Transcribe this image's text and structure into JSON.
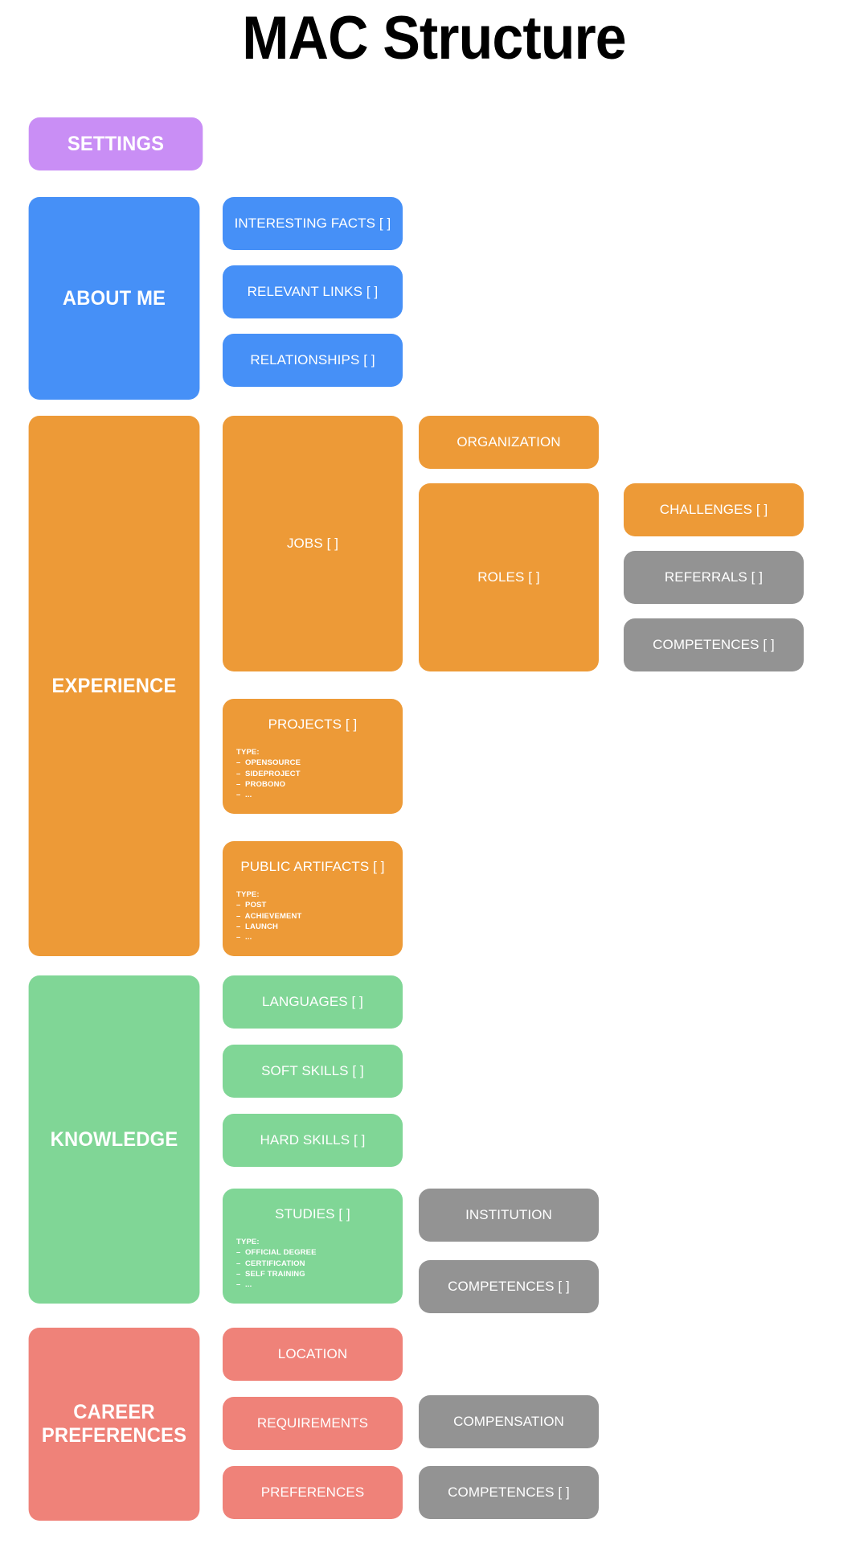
{
  "page": {
    "title": "MAC Structure",
    "background": "#ffffff"
  },
  "colors": {
    "purple": "#c98ef5",
    "blue": "#4690f7",
    "orange": "#ed9a37",
    "green": "#80d696",
    "red": "#ef8279",
    "gray": "#939393",
    "title_text": "#000000",
    "box_text": "#ffffff"
  },
  "sections": [
    {
      "id": "settings",
      "group_label": "SETTINGS",
      "color": "purple",
      "children": []
    },
    {
      "id": "about-me",
      "group_label": "ABOUT ME",
      "color": "blue",
      "children": [
        {
          "label": "INTERESTING FACTS [ ]",
          "color": "blue"
        },
        {
          "label": "RELEVANT LINKS [ ]",
          "color": "blue"
        },
        {
          "label": "RELATIONSHIPS [ ]",
          "color": "blue"
        }
      ]
    },
    {
      "id": "experience",
      "group_label": "EXPERIENCE",
      "color": "orange",
      "children": [
        {
          "label": "JOBS [ ]",
          "color": "orange"
        },
        {
          "label": "ORGANIZATION",
          "color": "orange"
        },
        {
          "label": "ROLES [ ]",
          "color": "orange"
        },
        {
          "label": "CHALLENGES [ ]",
          "color": "orange"
        },
        {
          "label": "REFERRALS [ ]",
          "color": "gray"
        },
        {
          "label": "COMPETENCES [ ]",
          "color": "gray"
        },
        {
          "label": "PROJECTS [ ]",
          "color": "orange",
          "type_label": "TYPE:",
          "type_items": [
            "–  OPENSOURCE",
            "–  SIDEPROJECT",
            "–  PROBONO",
            "–  ..."
          ]
        },
        {
          "label": "PUBLIC ARTIFACTS [ ]",
          "color": "orange",
          "type_label": "TYPE:",
          "type_items": [
            "–  POST",
            "–  ACHIEVEMENT",
            "–  LAUNCH",
            "–  ..."
          ]
        }
      ]
    },
    {
      "id": "knowledge",
      "group_label": "KNOWLEDGE",
      "color": "green",
      "children": [
        {
          "label": "LANGUAGES [ ]",
          "color": "green"
        },
        {
          "label": "SOFT SKILLS [ ]",
          "color": "green"
        },
        {
          "label": "HARD SKILLS [ ]",
          "color": "green"
        },
        {
          "label": "STUDIES [ ]",
          "color": "green",
          "type_label": "TYPE:",
          "type_items": [
            "–  OFFICIAL DEGREE",
            "–  CERTIFICATION",
            "–  SELF TRAINING",
            "–  ..."
          ]
        },
        {
          "label": "INSTITUTION",
          "color": "gray"
        },
        {
          "label": "COMPETENCES [ ]",
          "color": "gray"
        }
      ]
    },
    {
      "id": "career-preferences",
      "group_label": "CAREER PREFERENCES",
      "group_label_line1": "CAREER",
      "group_label_line2": "PREFERENCES",
      "color": "red",
      "children": [
        {
          "label": "LOCATION",
          "color": "red"
        },
        {
          "label": "REQUIREMENTS",
          "color": "red"
        },
        {
          "label": "PREFERENCES",
          "color": "red"
        },
        {
          "label": "COMPENSATION",
          "color": "gray"
        },
        {
          "label": "COMPETENCES [ ]",
          "color": "gray"
        }
      ]
    }
  ]
}
